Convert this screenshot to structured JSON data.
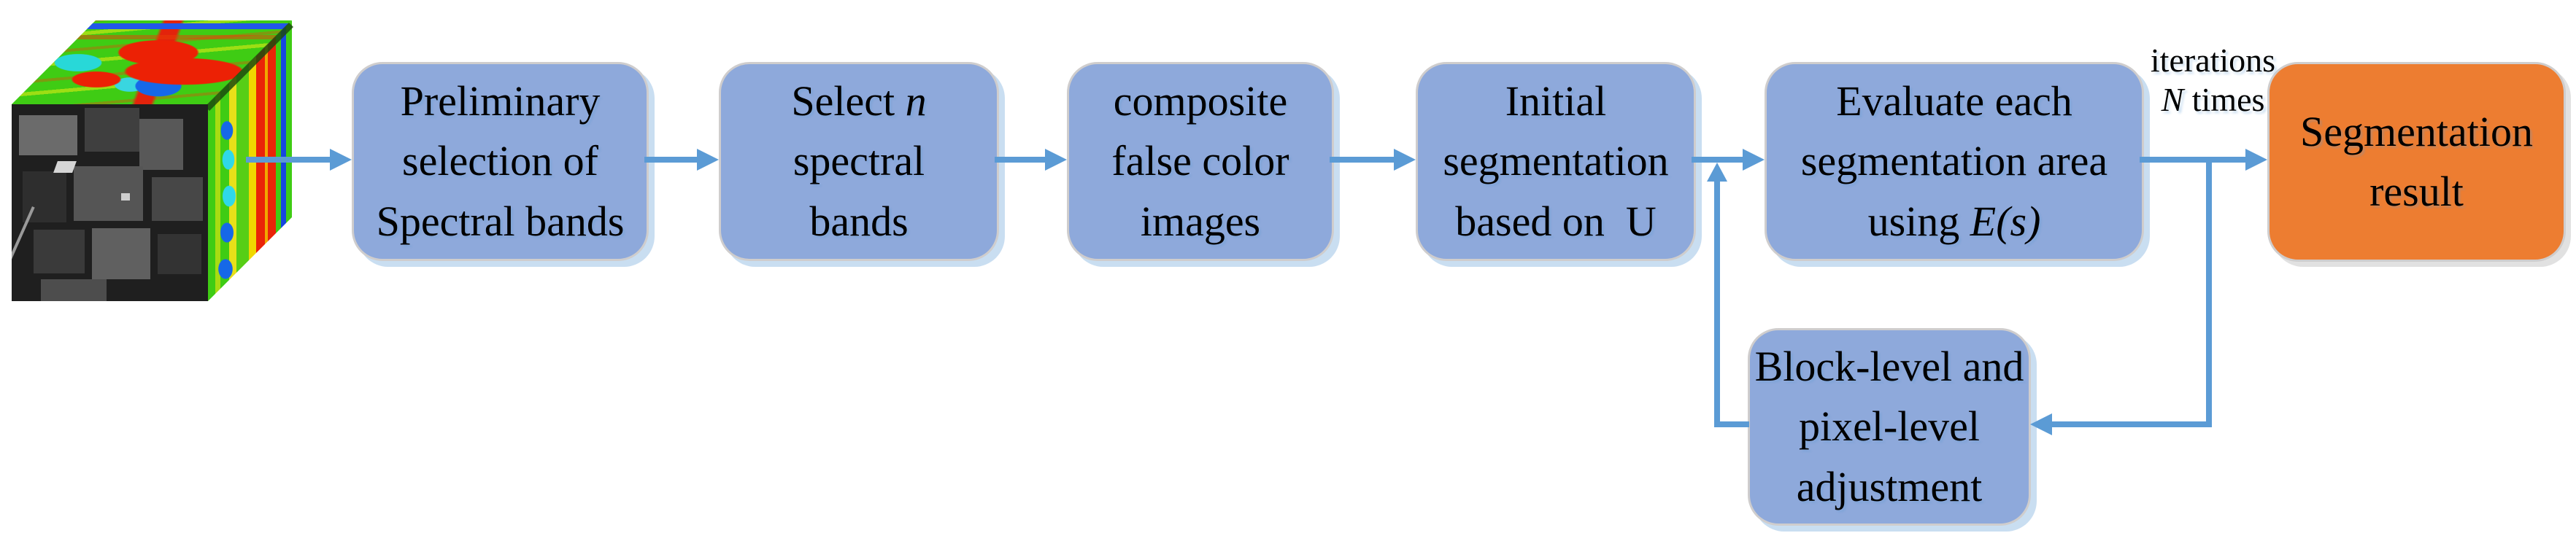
{
  "colors": {
    "box_fill": "#8EA9DB",
    "box_border": "#CFCDCD",
    "box_shadow_color": "rgba(157,195,230,0.55)",
    "result_fill": "#ED7D31",
    "arrow": "#5B9BD5",
    "text": "#000000"
  },
  "icons": {
    "data_cube": "hyperspectral-image-cube"
  },
  "boxes": {
    "preliminary": {
      "line1": "Preliminary",
      "line2": "selection of",
      "line3": "Spectral bands"
    },
    "select_bands": {
      "line1_pre": "Select ",
      "line1_em": "n",
      "line2": "spectral",
      "line3": "bands"
    },
    "composite": {
      "line1": "composite",
      "line2": "false color",
      "line3": "images"
    },
    "initial": {
      "line1": "Initial",
      "line2": "segmentation",
      "line3": "based on  U"
    },
    "evaluate": {
      "line1": "Evaluate each",
      "line2": "segmentation area",
      "line3_pre": "using ",
      "line3_em": "E(s)"
    },
    "result": {
      "line1": "Segmentation",
      "line2": "result"
    },
    "adjustment": {
      "line1": "Block-level and",
      "line2": "pixel-level",
      "line3": "adjustment"
    }
  },
  "annotation": {
    "line1": "iterations",
    "line2_em": "N",
    "line2_rest": " times"
  }
}
